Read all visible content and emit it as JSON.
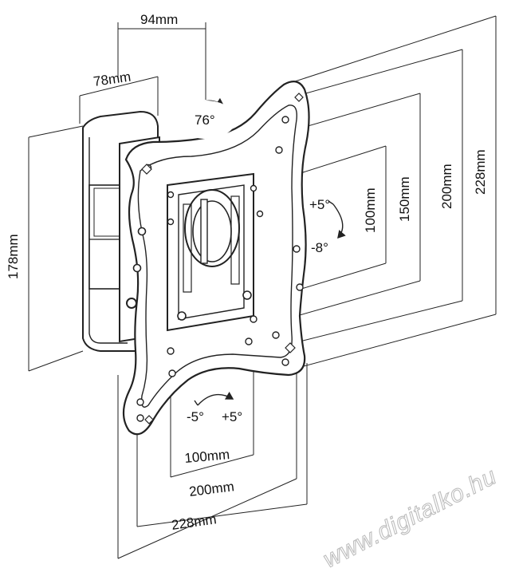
{
  "dimensions": {
    "top_width": "94mm",
    "depth": "78mm",
    "tilt_rotation": "76°",
    "height_left": "178mm",
    "vesa_v_100": "100mm",
    "vesa_v_150": "150mm",
    "vesa_v_200": "200mm",
    "vesa_v_228": "228mm",
    "vesa_h_100": "100mm",
    "vesa_h_200": "200mm",
    "vesa_h_228": "228mm"
  },
  "angles": {
    "tilt_up": "+5°",
    "tilt_down": "-8°",
    "swivel_left": "-5°",
    "swivel_right": "+5°"
  },
  "watermark": "www.digitalko.hu"
}
